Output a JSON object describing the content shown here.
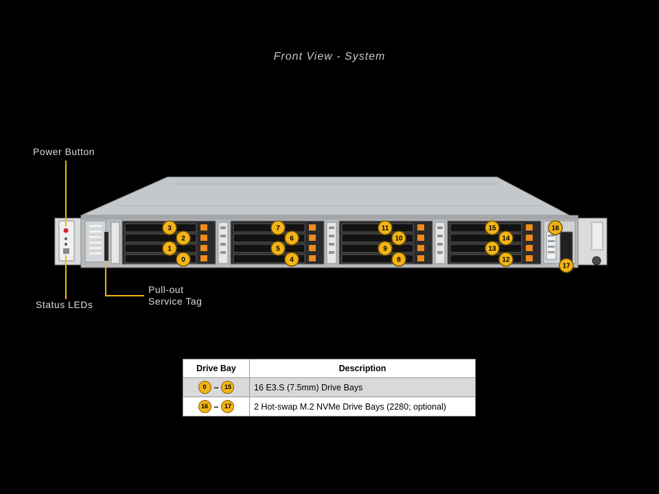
{
  "title": "Front View - System",
  "callouts": {
    "power_button": "Power Button",
    "status_leds": "Status LEDs",
    "pullout_line1": "Pull-out",
    "pullout_line2": "Service Tag"
  },
  "drive_bays": [
    "0",
    "1",
    "2",
    "3",
    "4",
    "5",
    "6",
    "7",
    "8",
    "9",
    "10",
    "11",
    "12",
    "13",
    "14",
    "15",
    "16",
    "17"
  ],
  "legend": {
    "headers": [
      "Drive Bay",
      "Description"
    ],
    "rows": [
      {
        "from": "0",
        "to": "15",
        "dash": "–",
        "description": "16 E3.S (7.5mm) Drive Bays"
      },
      {
        "from": "16",
        "to": "17",
        "dash": "–",
        "description": "2 Hot-swap M.2 NVMe Drive Bays (2280; optional)"
      }
    ]
  },
  "colors": {
    "badge": "#f2b418",
    "callout_line": "#f2b418",
    "drive_accent": "#f08a1c",
    "chassis": "#c9cccf"
  }
}
